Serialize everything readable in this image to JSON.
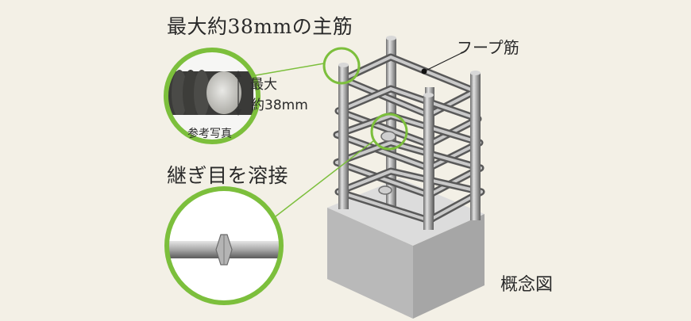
{
  "title_rebar": "最大約38mmの主筋",
  "title_weld": "継ぎ目を溶接",
  "label_hoop": "フープ筋",
  "label_concept": "概念図",
  "dim_line1": "最大",
  "dim_line2": "約38mm",
  "photo_note": "参考写真",
  "colors": {
    "background": "#f3f0e6",
    "callout_green": "#7cbf3c",
    "steel": "#9a9a9a",
    "concrete": "#c8c8c8"
  }
}
